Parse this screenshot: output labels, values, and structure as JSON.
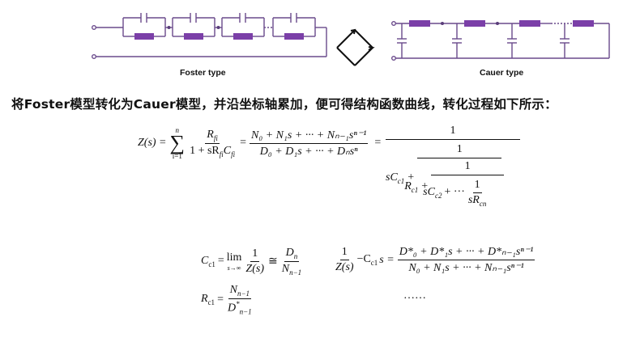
{
  "diagram": {
    "colors": {
      "wire": "#6a4a8c",
      "resistor": "#7b3fa8",
      "node": "#5a3d7a"
    },
    "foster": {
      "label": "Foster type",
      "rc_cells": 4
    },
    "cauer": {
      "label": "Cauer type",
      "ladder_stages": 4
    },
    "connector_icon": "diamond-bidirectional-icon"
  },
  "heading": "将Foster模型转化为Cauer模型，并沿坐标轴累加，便可得结构函数曲线，转化过程如下所示：",
  "equation_main": {
    "lhs": "Z(s) =",
    "sum_top": "n",
    "sum_bottom": "i=1",
    "term_num": "R",
    "term_num_sub": "fi",
    "term_den": "1 + sR",
    "term_den_sub1": "fi",
    "term_den_c": "C",
    "term_den_sub2": "fi",
    "eq2": "=",
    "poly_num": "N₀ + N₁s + ··· + Nₙ₋₁sⁿ⁻¹",
    "poly_den": "D₀ + D₁s + ··· + Dₙsⁿ",
    "eq3": "=",
    "cf_one": "1",
    "cf_sc1": "sC",
    "cf_sc1_sub": "c1",
    "cf_plus": "+",
    "cf_rc1": "R",
    "cf_rc1_sub": "c1",
    "cf_sc2": "sC",
    "cf_sc2_sub": "c2",
    "cf_dots": "+ ···",
    "cf_srcn": "sR",
    "cf_srcn_sub": "cn"
  },
  "equation_c1": {
    "lhs": "C",
    "lhs_sub": "c1",
    "eq": "=",
    "lim": "lim",
    "lim_sub": "s→∞",
    "num": "1",
    "den": "Z(s)",
    "approx": "≅",
    "rnum": "D",
    "rnum_sub": "n",
    "rden": "N",
    "rden_sub": "n−1"
  },
  "equation_r1": {
    "lhs": "R",
    "lhs_sub": "c1",
    "eq": "=",
    "num": "N",
    "num_sub": "n−1",
    "den": "D",
    "den_sup": "*",
    "den_sub": "n−1"
  },
  "equation_rem": {
    "num": "1",
    "den": "Z(s)",
    "minus": "−C",
    "minus_sub": "c1",
    "s": "s =",
    "poly_num": "D*₀ + D*₁s + ··· + D*ₙ₋₁sⁿ⁻¹",
    "poly_den": "N₀ + N₁s + ··· + Nₙ₋₁sⁿ⁻¹"
  },
  "ellipsis": "……"
}
